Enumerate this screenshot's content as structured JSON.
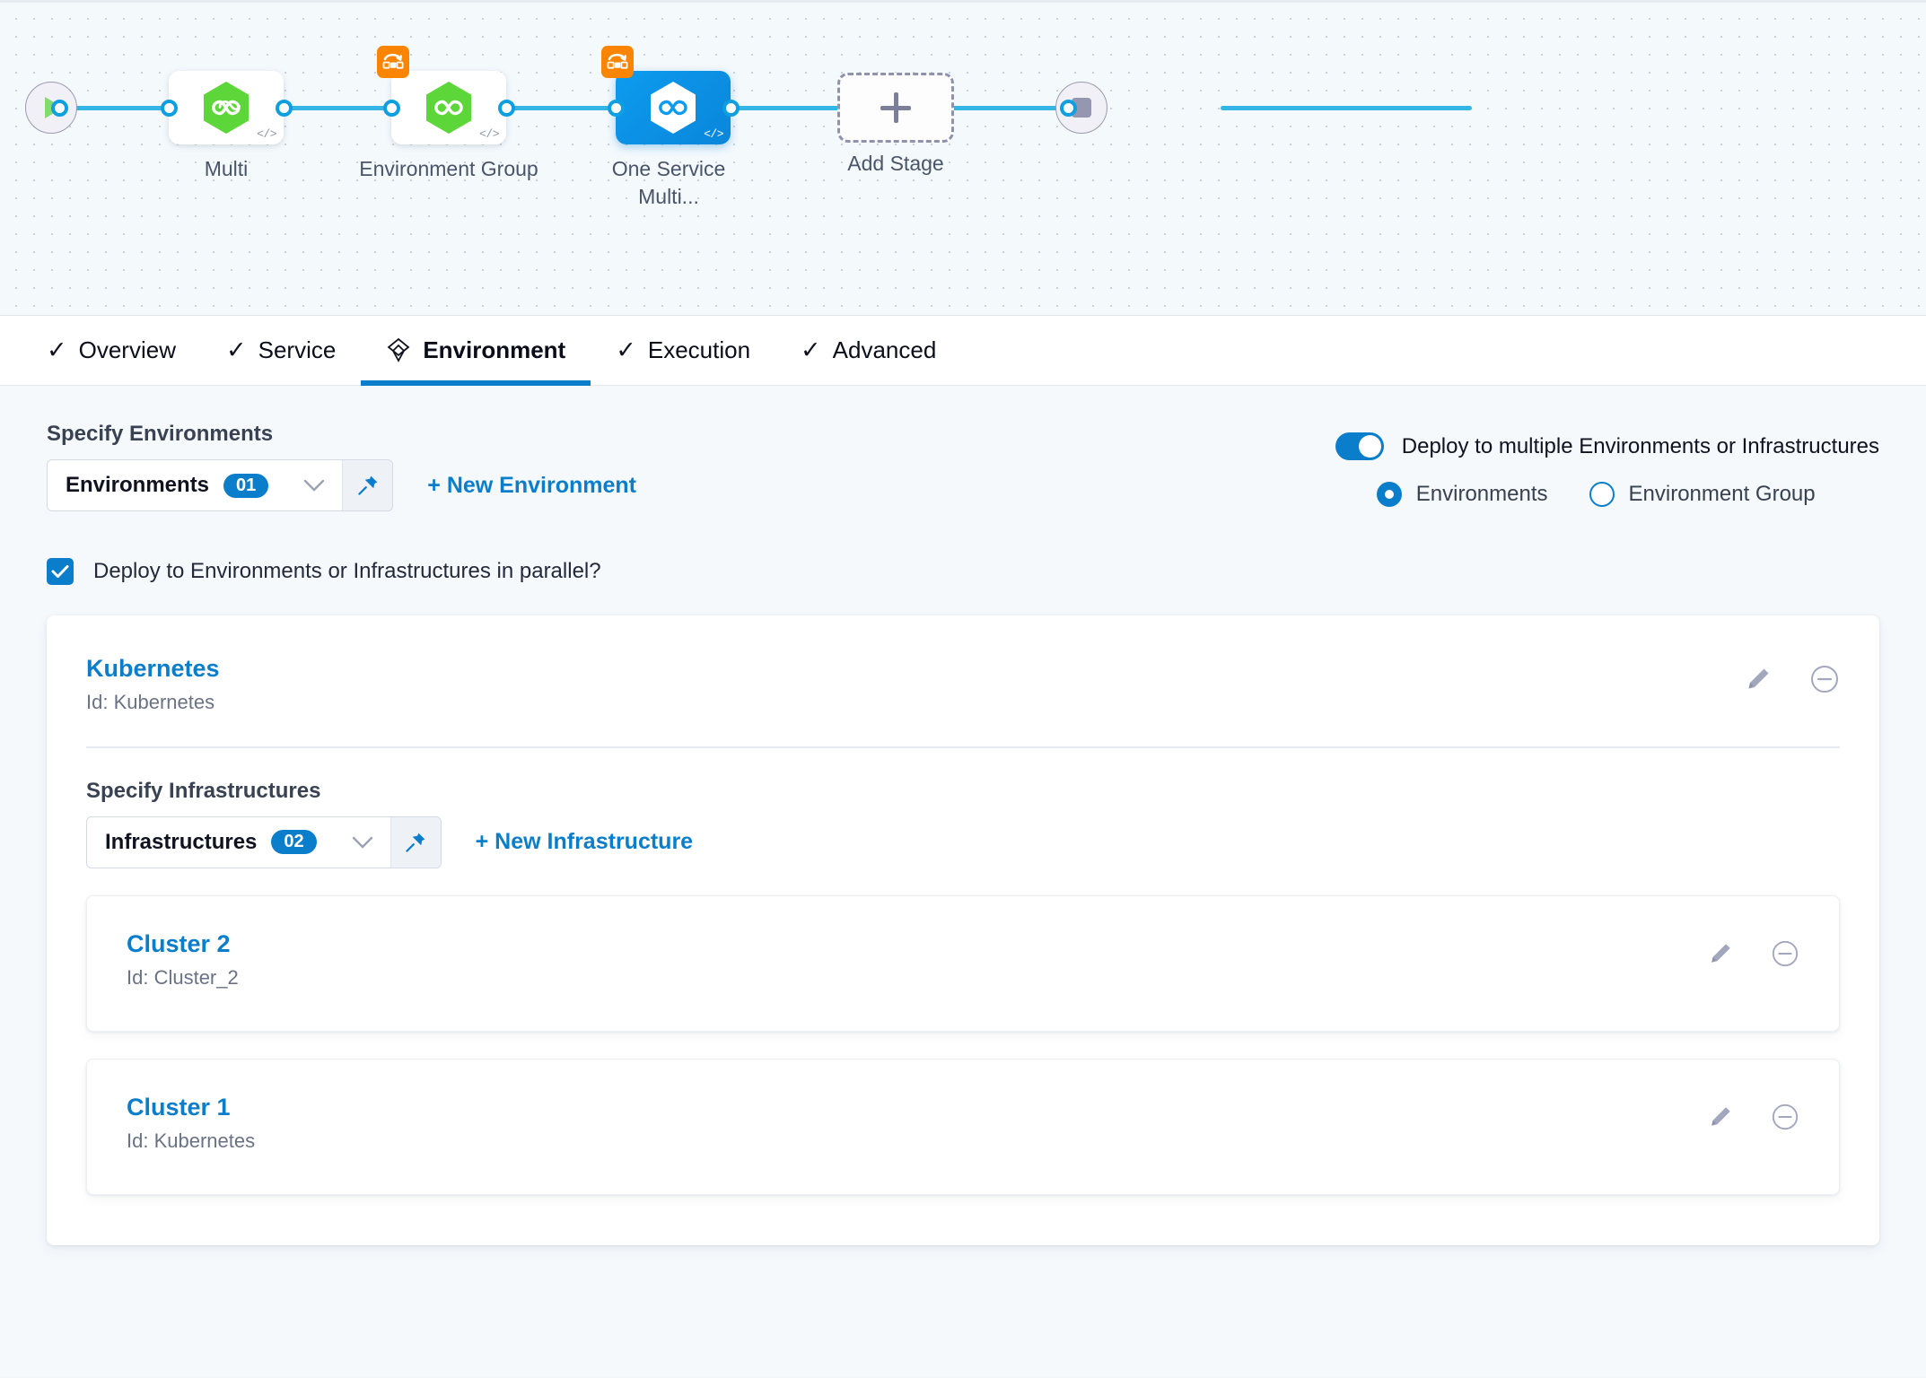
{
  "pipeline": {
    "start_node": "start-icon",
    "end_node": "stop-icon",
    "stages": [
      {
        "label": "Multi",
        "icon": "harness-service-hexagon-icon",
        "selected": false,
        "matrix_badge": false,
        "code_tag": "</>"
      },
      {
        "label": "Environment Group",
        "icon": "harness-service-hexagon-icon",
        "selected": false,
        "matrix_badge": true,
        "code_tag": "</>"
      },
      {
        "label": "One Service Multi...",
        "icon": "harness-service-hexagon-icon",
        "selected": true,
        "matrix_badge": true,
        "code_tag": "</>"
      }
    ],
    "add_stage_label": "Add Stage"
  },
  "tabs": [
    {
      "label": "Overview",
      "icon": "check-icon",
      "active": false
    },
    {
      "label": "Service",
      "icon": "check-icon",
      "active": false
    },
    {
      "label": "Environment",
      "icon": "layers-icon",
      "active": true
    },
    {
      "label": "Execution",
      "icon": "check-icon",
      "active": false
    },
    {
      "label": "Advanced",
      "icon": "check-icon",
      "active": false
    }
  ],
  "environments_section": {
    "label": "Specify Environments",
    "select_value": "Environments",
    "select_count": "01",
    "pin_icon": "pin-icon",
    "chevron_icon": "chevron-down-icon",
    "new_link": "+ New Environment",
    "parallel_checkbox_label": "Deploy to Environments or Infrastructures in parallel?",
    "parallel_checked": true
  },
  "deploy_options": {
    "toggle_label": "Deploy to multiple Environments or Infrastructures",
    "toggle_on": true,
    "radios": [
      {
        "label": "Environments",
        "selected": true
      },
      {
        "label": "Environment Group",
        "selected": false
      }
    ]
  },
  "environment_card": {
    "title": "Kubernetes",
    "id_text": "Id: Kubernetes",
    "edit_icon": "pencil-icon",
    "remove_icon": "minus-circle-icon",
    "infrastructures_section": {
      "label": "Specify Infrastructures",
      "select_value": "Infrastructures",
      "select_count": "02",
      "pin_icon": "pin-icon",
      "chevron_icon": "chevron-down-icon",
      "new_link": "+ New Infrastructure"
    },
    "infrastructures": [
      {
        "title": "Cluster 2",
        "id_text": "Id: Cluster_2",
        "edit_icon": "pencil-icon",
        "remove_icon": "minus-circle-icon"
      },
      {
        "title": "Cluster 1",
        "id_text": "Id: Kubernetes",
        "edit_icon": "pencil-icon",
        "remove_icon": "minus-circle-icon"
      }
    ]
  },
  "colors": {
    "accent_blue": "#0a7ecb",
    "rail_blue": "#33b5e6",
    "service_green": "#5dd63a",
    "matrix_orange": "#fb8500",
    "canvas_bg": "#f4f9fc"
  }
}
